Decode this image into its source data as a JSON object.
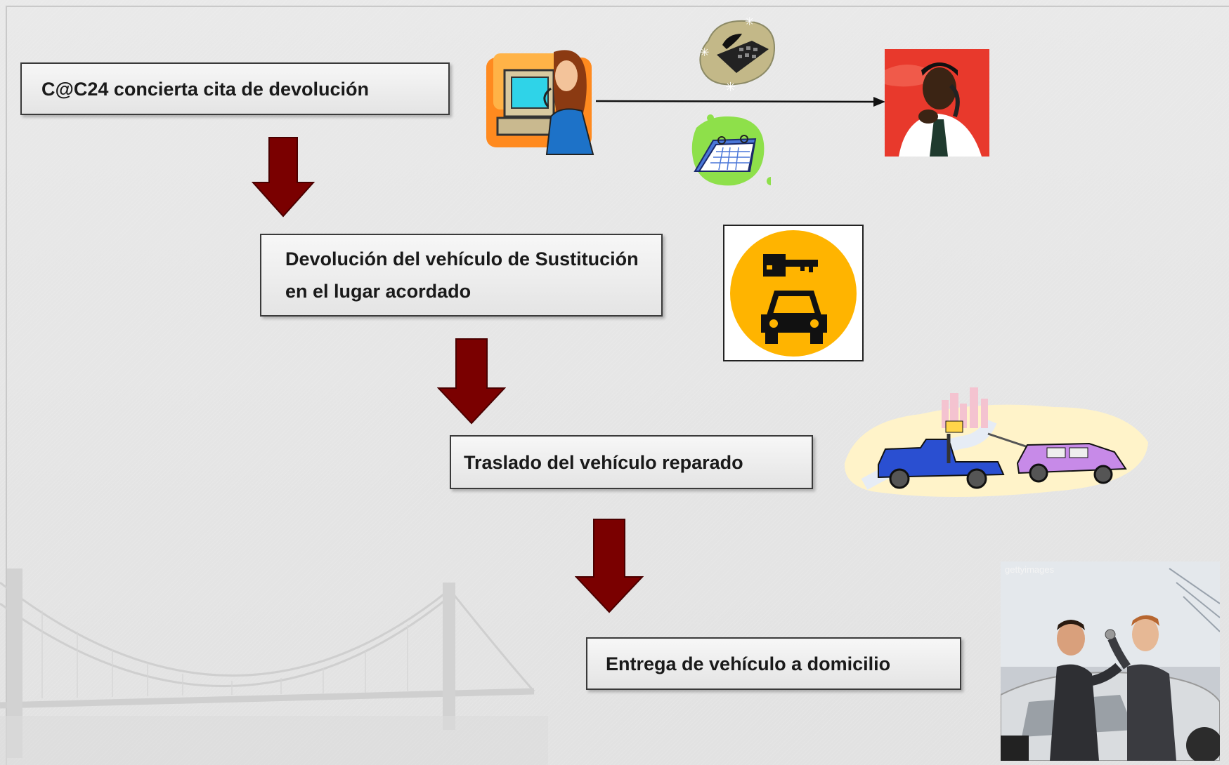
{
  "flow": {
    "steps": [
      {
        "label": "C@C24 concierta cita de devolución"
      },
      {
        "label": "Devolución del vehículo de Sustitución en el lugar acordado"
      },
      {
        "label": "Traslado del vehículo reparado"
      },
      {
        "label": "Entrega de vehículo a domicilio"
      }
    ]
  },
  "images": {
    "operator": "call-center-operator-icon",
    "desk_phone": "desk-phone-icon",
    "calendar": "calendar-icon",
    "customer_phone": "customer-on-phone-icon",
    "key_car": "key-and-car-sign-icon",
    "tow_truck": "tow-truck-illustration",
    "key_handover": "key-handover-photo",
    "bridge": "bridge-watermark"
  },
  "photo_watermark": "gettyimages",
  "colors": {
    "arrow": "#7a0000",
    "box_border": "#3a3a3a",
    "sign_yellow": "#ffb400",
    "phone_red": "#e8392c"
  }
}
